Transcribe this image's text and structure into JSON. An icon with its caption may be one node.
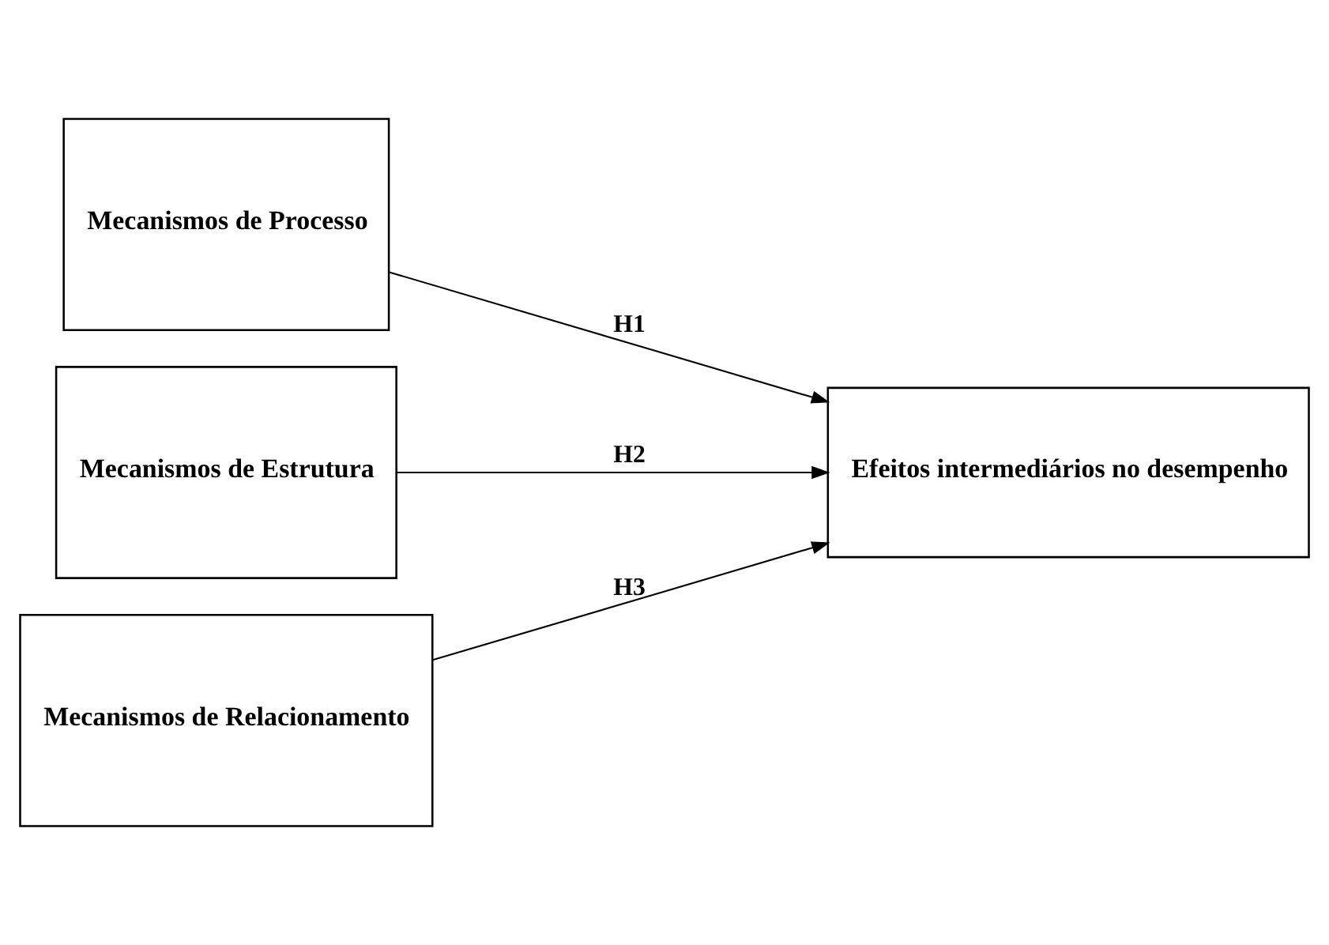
{
  "diagram": {
    "nodes": [
      {
        "text": [
          "Mecanismos de Processo"
        ]
      },
      {
        "text": [
          "Mecanismos de Estrutura"
        ]
      },
      {
        "text": [
          "Mecanismos de Relacionamento"
        ]
      },
      {
        "text": [
          "Efeitos intermediários no desempenho"
        ]
      }
    ],
    "edges": [
      {
        "from": 0,
        "to": 3,
        "arrow": "to",
        "label": "H1"
      },
      {
        "from": 1,
        "to": 3,
        "arrow": "to",
        "label": "H2"
      },
      {
        "from": 2,
        "to": 3,
        "arrow": "to",
        "label": "H3"
      }
    ]
  }
}
